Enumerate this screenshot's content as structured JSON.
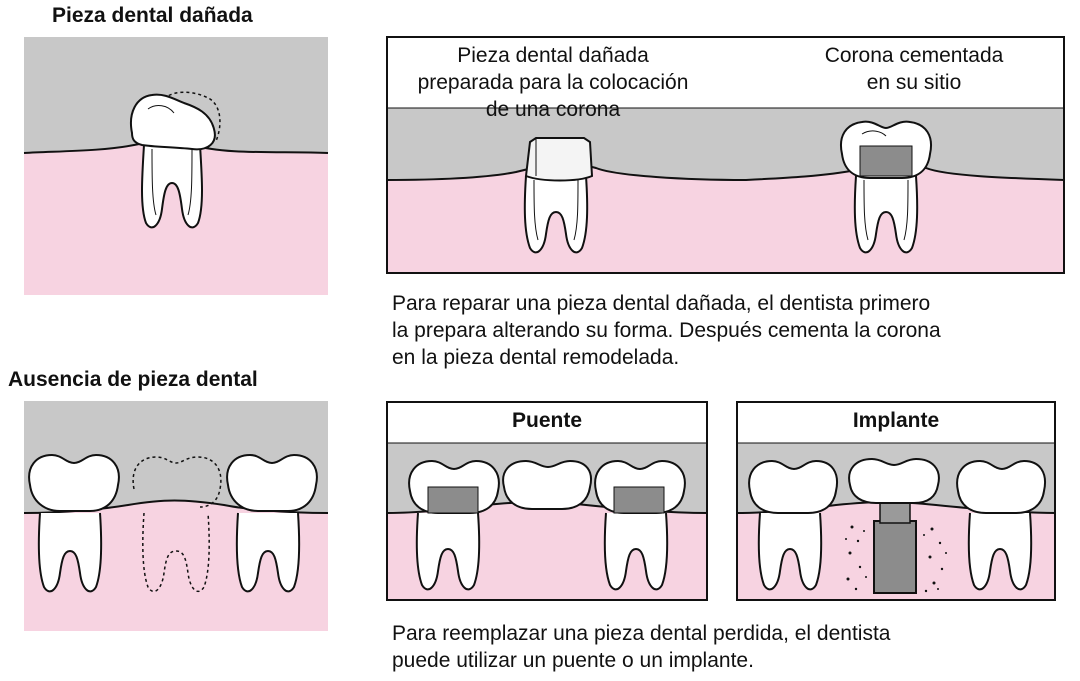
{
  "labels": {
    "damaged_title": "Pieza dental dañada",
    "missing_title": "Ausencia de pieza dental",
    "prepared_line1": "Pieza dental dañada",
    "prepared_line2": "preparada para la colocación",
    "prepared_line3": "de una corona",
    "crown_line1": "Corona cementada",
    "crown_line2": "en su sitio",
    "bridge_title": "Puente",
    "implant_title": "Implante"
  },
  "captions": {
    "crown_1": "Para reparar una pieza dental dañada, el dentista primero",
    "crown_2": "la prepara alterando su forma. Después cementa  la corona",
    "crown_3": "en la pieza dental remodelada.",
    "replace_1": "Para reemplazar una pieza dental perdida, el dentista",
    "replace_2": "puede utilizar un puente o un implante."
  },
  "colors": {
    "background": "#ffffff",
    "sky_gray": "#c8c8c8",
    "gum_pink": "#f7d3e1",
    "tooth": "#ffffff",
    "outline": "#111111"
  },
  "icons": [
    "damaged-tooth-icon",
    "prepared-tooth-icon",
    "crowned-tooth-icon",
    "missing-tooth-icon",
    "bridge-icon",
    "implant-post-icon"
  ]
}
